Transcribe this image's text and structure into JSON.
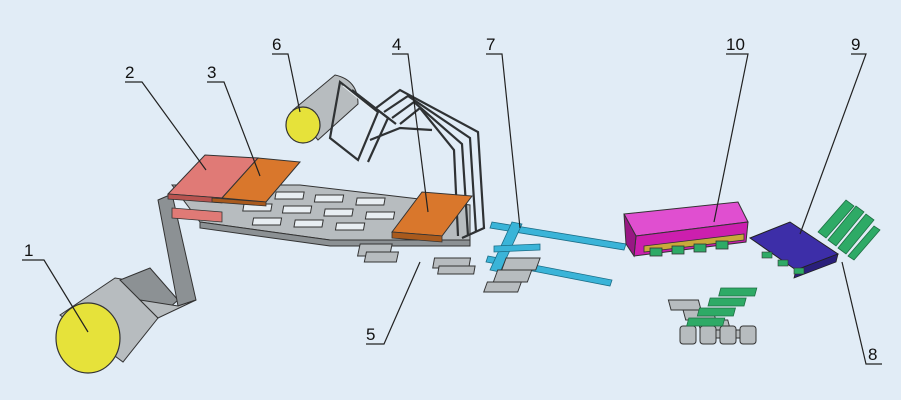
{
  "labels": {
    "l1": "1",
    "l2": "2",
    "l3": "3",
    "l4": "4",
    "l5": "5",
    "l6": "6",
    "l7": "7",
    "l8": "8",
    "l9": "9",
    "l10": "10"
  },
  "colors": {
    "background": "#e1ecf6",
    "roll_end": "#e6e23a",
    "pink_block": "#e07a76",
    "orange_block": "#d9772c",
    "blue_rail": "#3ab4d8",
    "magenta_press": "#cc1fae",
    "violet_press": "#3d2ea8",
    "green_part": "#2eaa66",
    "steel": "#b7bcbf"
  }
}
